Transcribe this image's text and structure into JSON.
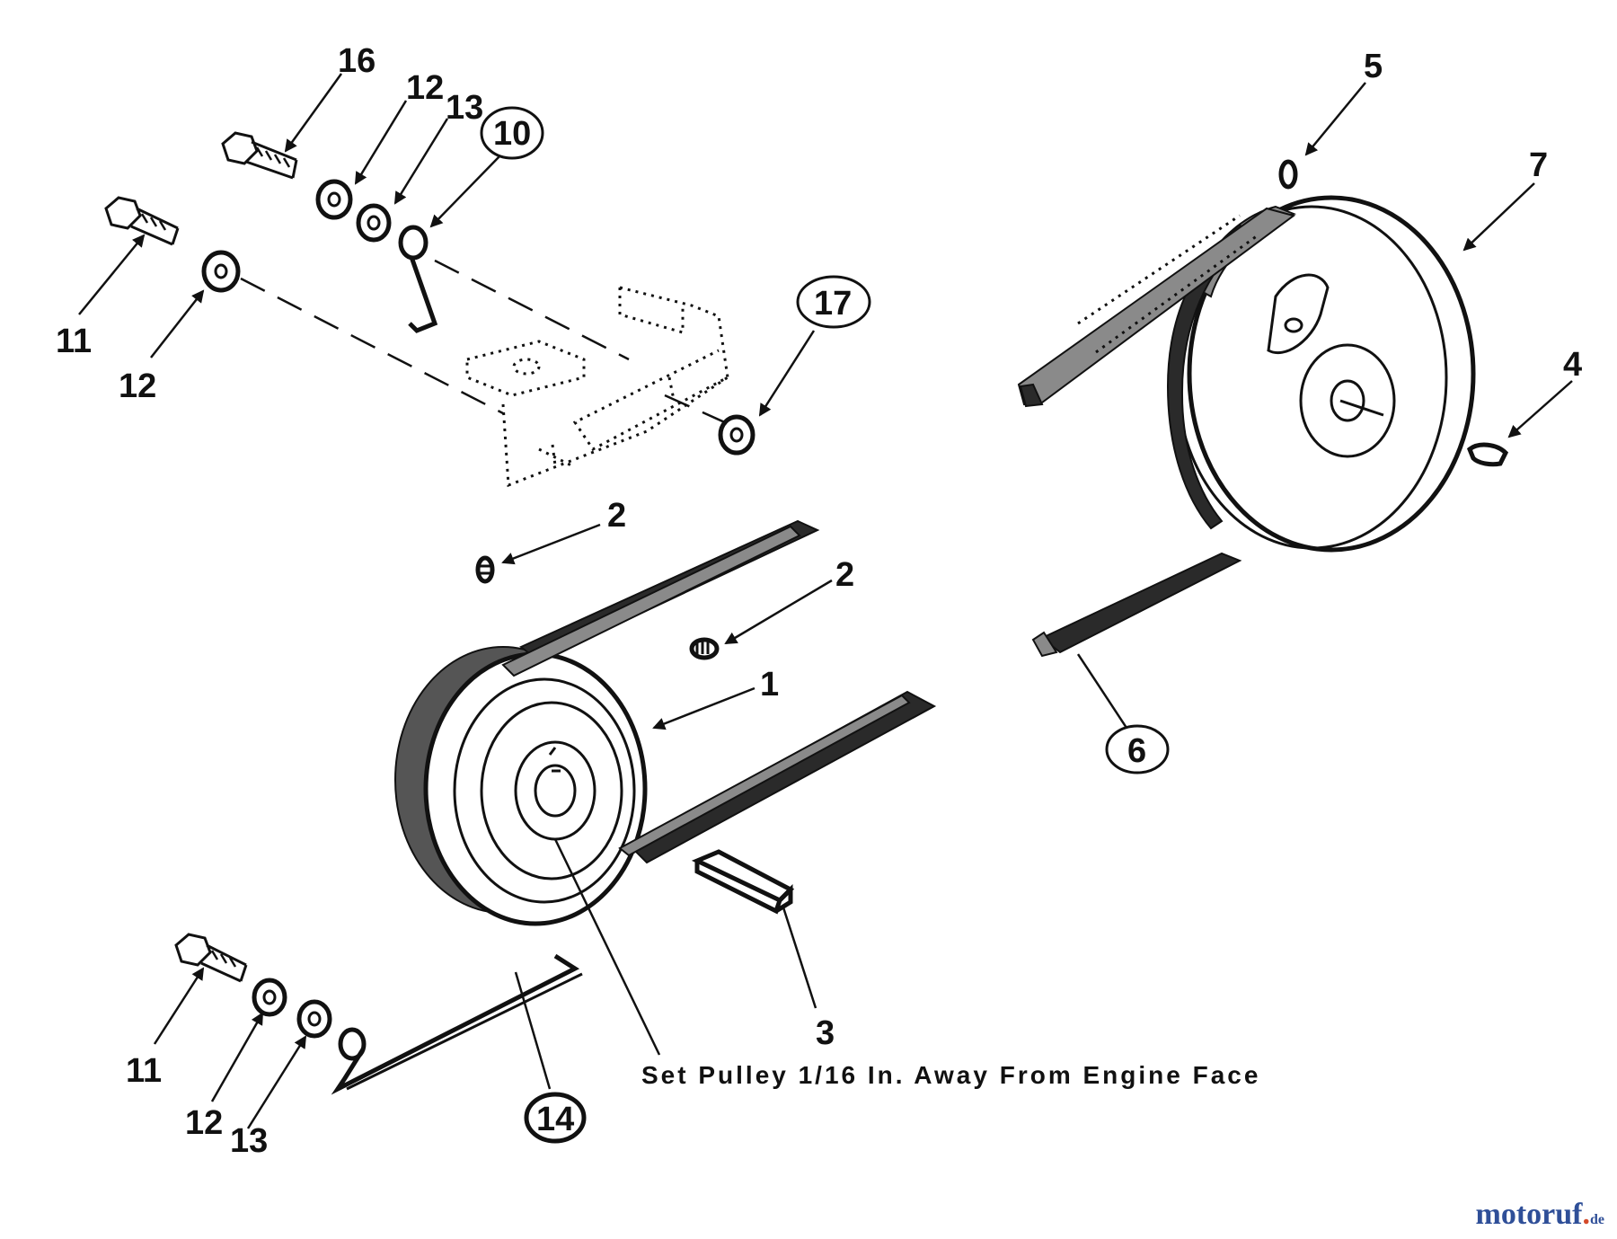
{
  "callouts": {
    "c16": "16",
    "c12a": "12",
    "c13a": "13",
    "c10": "10",
    "c11a": "11",
    "c12b": "12",
    "c17": "17",
    "c5": "5",
    "c7": "7",
    "c4": "4",
    "c2a": "2",
    "c2b": "2",
    "c1": "1",
    "c6": "6",
    "c3": "3",
    "c11b": "11",
    "c12c": "12",
    "c13b": "13",
    "c14": "14"
  },
  "note": "Set Pulley 1/16 In. Away From Engine Face",
  "watermark": {
    "brand": "motoruf",
    "dot": ".",
    "tld": "de"
  }
}
